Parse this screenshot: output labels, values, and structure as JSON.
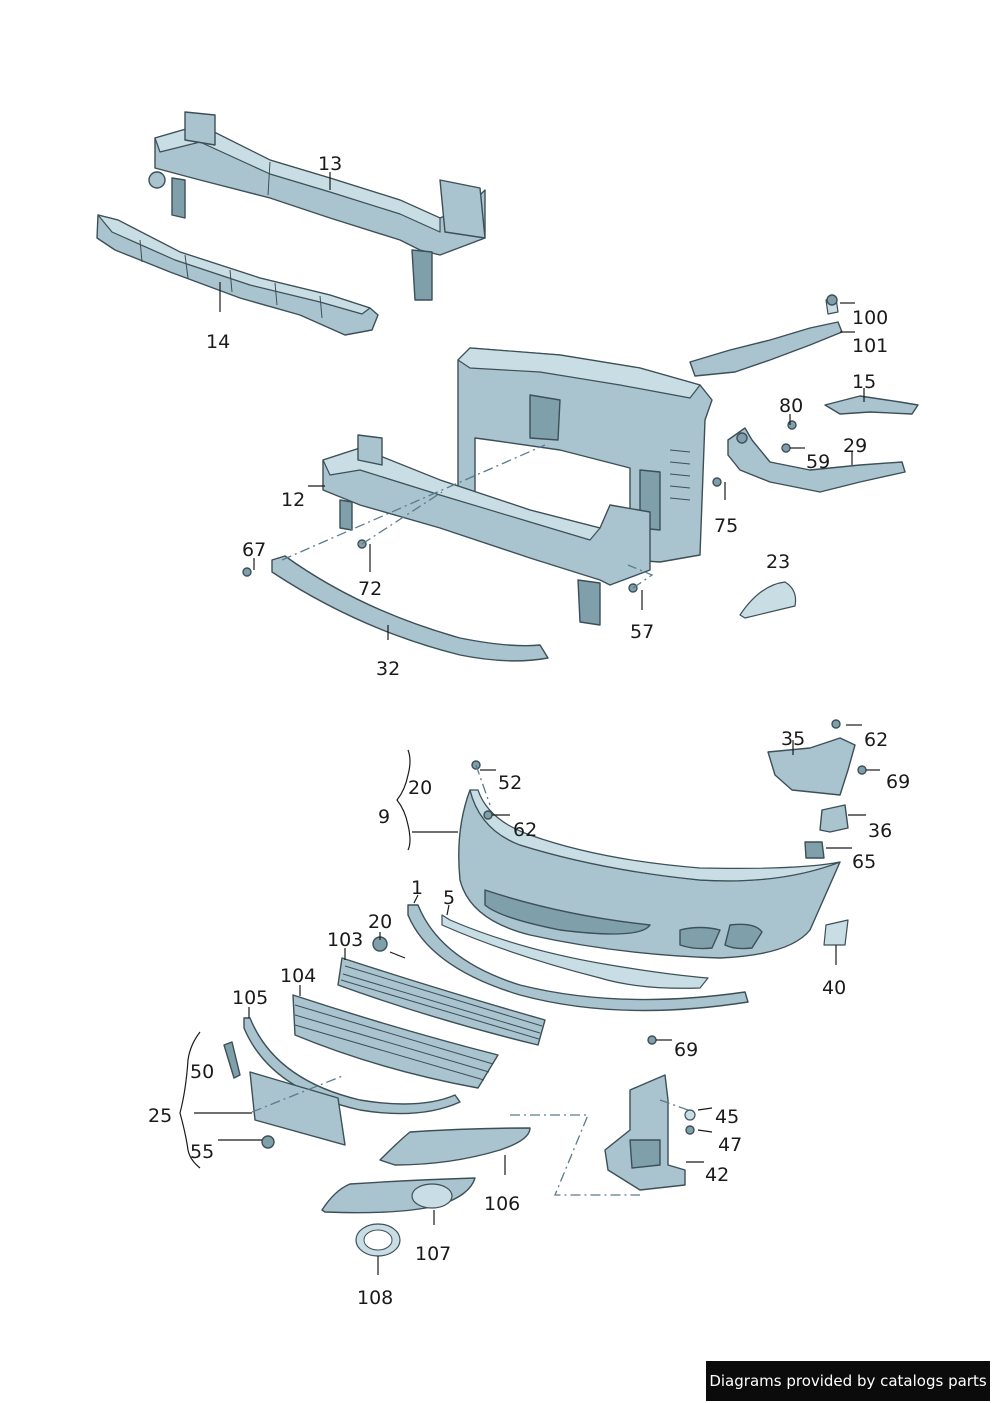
{
  "footer": {
    "text": "Diagrams provided by catalogs parts"
  },
  "callouts": {
    "c13": "13",
    "c14": "14",
    "c100": "100",
    "c101": "101",
    "c15": "15",
    "c80": "80",
    "c29": "29",
    "c59": "59",
    "c12": "12",
    "c75": "75",
    "c67": "67",
    "c72": "72",
    "c23": "23",
    "c57": "57",
    "c32": "32",
    "c35": "35",
    "c62a": "62",
    "c69a": "69",
    "c20a": "20",
    "c52": "52",
    "c9": "9",
    "c62b": "62",
    "c36": "36",
    "c65": "65",
    "c1": "1",
    "c5": "5",
    "c20b": "20",
    "c103": "103",
    "c40": "40",
    "c104": "104",
    "c105": "105",
    "c69b": "69",
    "c50": "50",
    "c25": "25",
    "c45": "45",
    "c47": "47",
    "c55": "55",
    "c42": "42",
    "c106": "106",
    "c107": "107",
    "c108": "108"
  },
  "colors": {
    "part_fill": "#a9c4cf",
    "part_outline": "#3d4f57",
    "footer_bg": "#0b0b0b"
  }
}
